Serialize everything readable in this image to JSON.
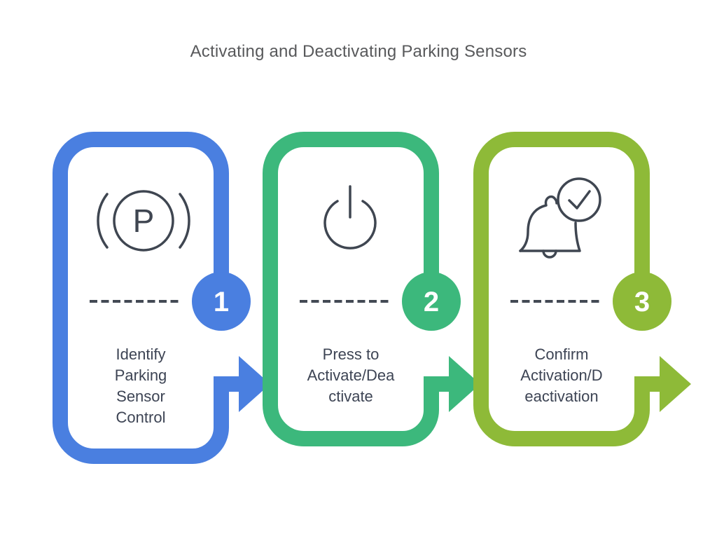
{
  "title": "Activating and Deactivating Parking Sensors",
  "colors": {
    "background": "#ffffff",
    "title_text": "#58595b",
    "body_text": "#3d4454",
    "icon_stroke": "#3f4651",
    "dash": "#434a54",
    "badge_text": "#ffffff",
    "step1_accent": "#4a7fe0",
    "step2_accent": "#3cb87c",
    "step3_accent": "#8eba38"
  },
  "steps": [
    {
      "number": "1",
      "color": "#4a7fe0",
      "icon": "parking-brake-warning-icon",
      "icon_letter": "P",
      "label": [
        "Identify",
        "Parking",
        "Sensor",
        "Control"
      ]
    },
    {
      "number": "2",
      "color": "#3cb87c",
      "icon": "power-button-icon",
      "label": [
        "Press to",
        "Activate/Dea",
        "ctivate"
      ]
    },
    {
      "number": "3",
      "color": "#8eba38",
      "icon": "bell-check-icon",
      "label": [
        "Confirm",
        "Activation/D",
        "eactivation"
      ]
    }
  ]
}
